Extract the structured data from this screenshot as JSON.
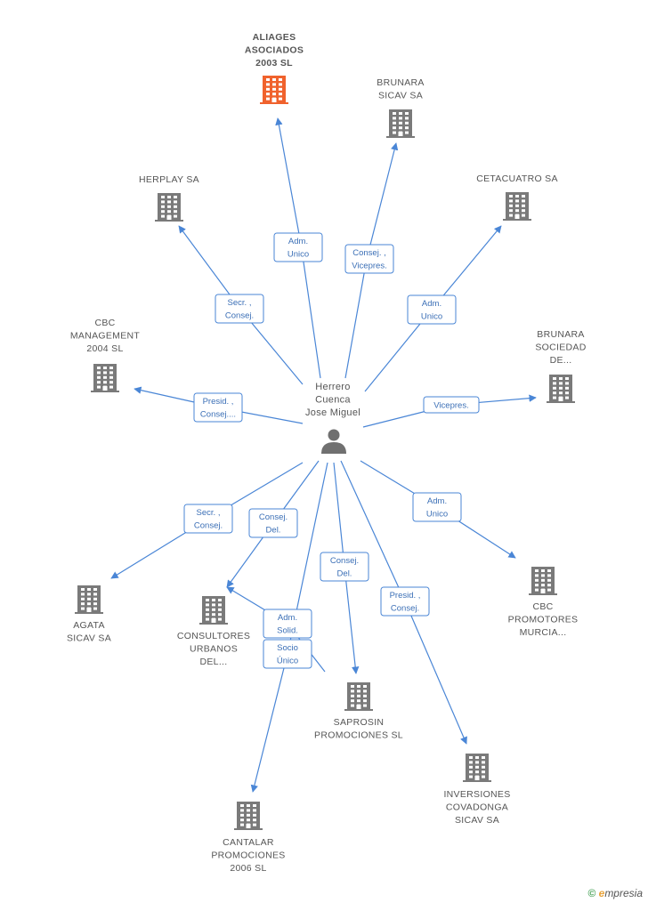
{
  "center": {
    "name_lines": [
      "Herrero",
      "Cuenca",
      "Jose Miguel"
    ],
    "icon": "person-icon"
  },
  "colors": {
    "edge": "#4a86d6",
    "company": "#7a7a7a",
    "highlight": "#f0622d",
    "person": "#707070"
  },
  "companies": [
    {
      "id": "aliages",
      "lines": [
        "ALIAGES",
        "ASOCIADOS",
        "2003 SL"
      ],
      "highlight": true
    },
    {
      "id": "brunara-sicav",
      "lines": [
        "BRUNARA",
        "SICAV SA"
      ]
    },
    {
      "id": "herplay",
      "lines": [
        "HERPLAY SA"
      ]
    },
    {
      "id": "cetacuatro",
      "lines": [
        "CETACUATRO SA"
      ]
    },
    {
      "id": "cbc-management",
      "lines": [
        "CBC",
        "MANAGEMENT",
        "2004 SL"
      ]
    },
    {
      "id": "brunara-sociedad",
      "lines": [
        "BRUNARA",
        "SOCIEDAD",
        "DE..."
      ]
    },
    {
      "id": "agata",
      "lines": [
        "AGATA",
        "SICAV SA"
      ]
    },
    {
      "id": "consultores",
      "lines": [
        "CONSULTORES",
        "URBANOS",
        "DEL..."
      ]
    },
    {
      "id": "cbc-promotores",
      "lines": [
        "CBC",
        "PROMOTORES",
        "MURCIA..."
      ]
    },
    {
      "id": "saprosin",
      "lines": [
        "SAPROSIN",
        "PROMOCIONES SL"
      ]
    },
    {
      "id": "inversiones",
      "lines": [
        "INVERSIONES",
        "COVADONGA",
        "SICAV SA"
      ]
    },
    {
      "id": "cantalar",
      "lines": [
        "CANTALAR",
        "PROMOCIONES",
        "2006 SL"
      ]
    }
  ],
  "relations": [
    {
      "target": "aliages",
      "roles": [
        "Adm.",
        "Unico"
      ]
    },
    {
      "target": "brunara-sicav",
      "roles": [
        "Consej. ,",
        "Vicepres."
      ]
    },
    {
      "target": "herplay",
      "roles": [
        "Secr. ,",
        "Consej."
      ]
    },
    {
      "target": "cetacuatro",
      "roles": [
        "Adm.",
        "Unico"
      ]
    },
    {
      "target": "cbc-management",
      "roles": [
        "Presid. ,",
        "Consej...."
      ]
    },
    {
      "target": "brunara-sociedad",
      "roles": [
        "Vicepres."
      ]
    },
    {
      "target": "agata",
      "roles": [
        "Secr. ,",
        "Consej."
      ]
    },
    {
      "target": "consultores",
      "roles": [
        "Consej.",
        "Del."
      ]
    },
    {
      "target": "cbc-promotores",
      "roles": [
        "Adm.",
        "Unico"
      ]
    },
    {
      "target": "saprosin",
      "roles": [
        "Consej.",
        "Del."
      ]
    },
    {
      "target": "inversiones",
      "roles": [
        "Presid. ,",
        "Consej."
      ]
    },
    {
      "target": "consultores",
      "roles": [
        "Adm.",
        "Solid."
      ]
    },
    {
      "target": "cantalar",
      "roles": [
        "Socio",
        "Único"
      ]
    }
  ],
  "footer": {
    "copyright": "©",
    "brand_e": "e",
    "brand_rest": "mpresia"
  }
}
